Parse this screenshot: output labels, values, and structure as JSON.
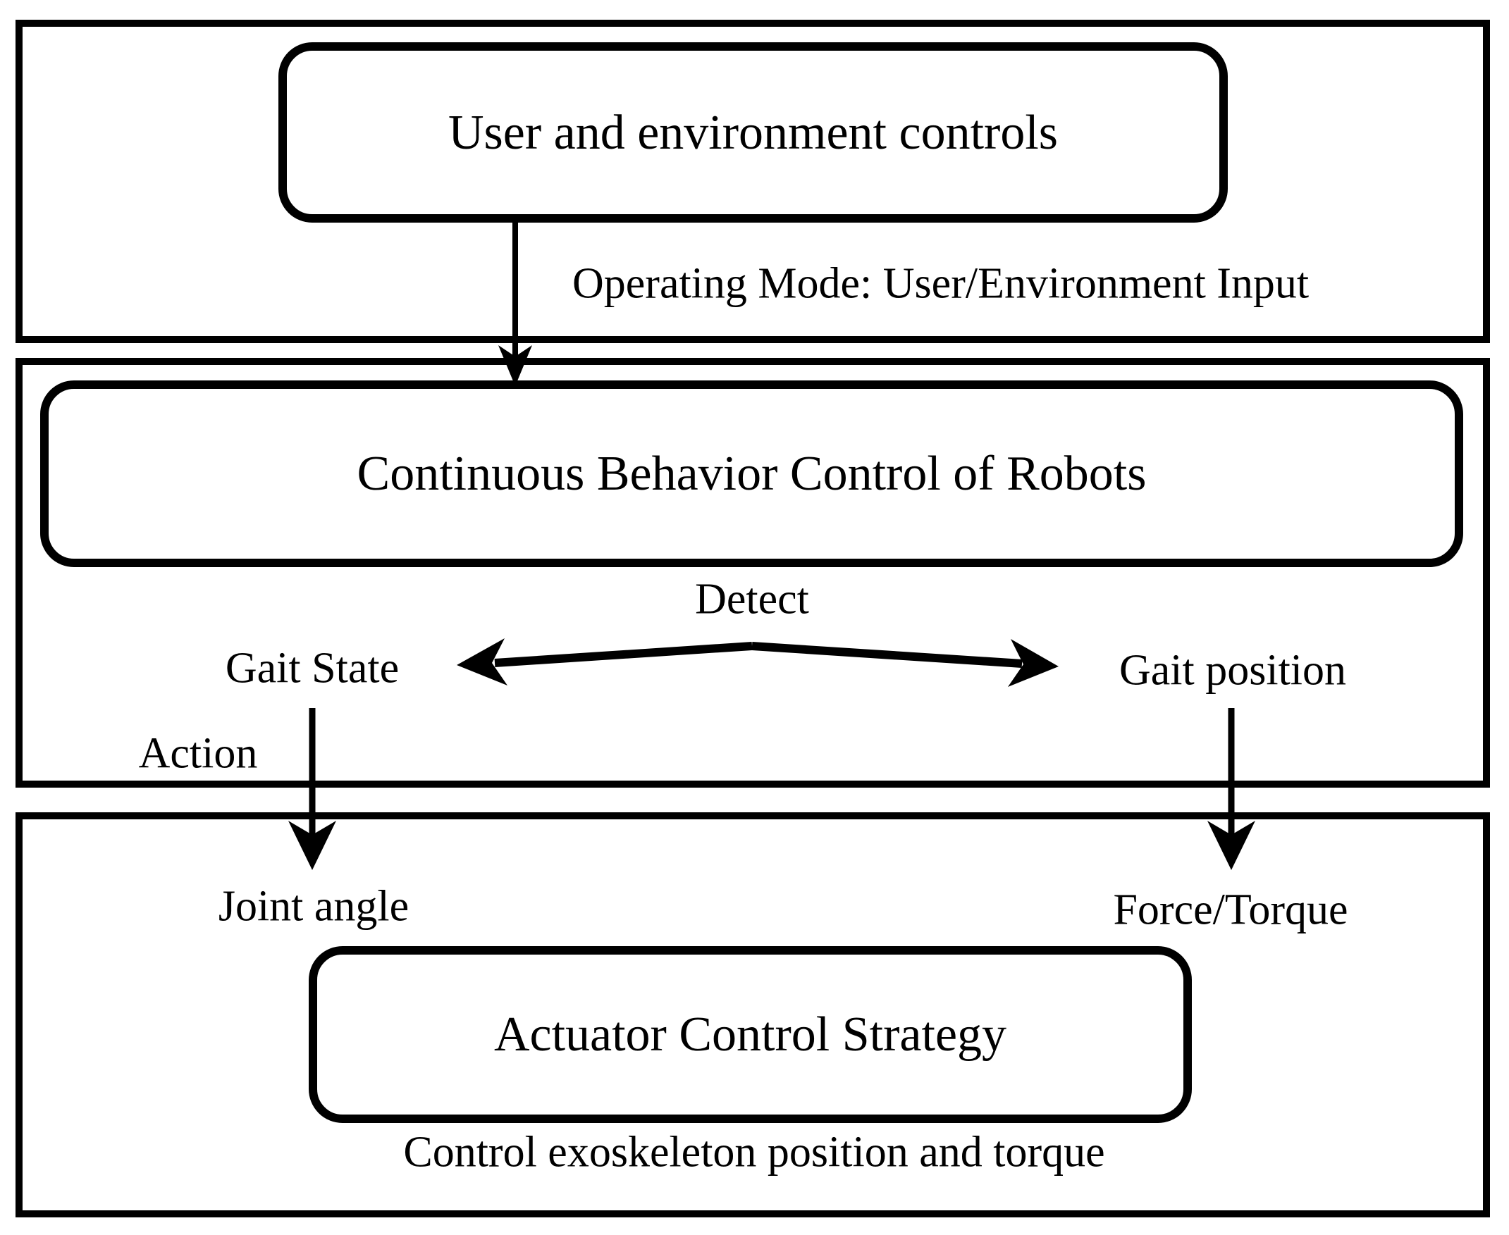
{
  "diagram": {
    "boxes": {
      "user_env": "User and environment controls",
      "continuous_behavior": "Continuous Behavior Control of Robots",
      "actuator_control": "Actuator Control Strategy"
    },
    "labels": {
      "operating_mode": "Operating Mode: User/Environment Input",
      "detect": "Detect",
      "gait_state": "Gait State",
      "gait_position": "Gait position",
      "action": "Action",
      "joint_angle": "Joint angle",
      "force_torque": "Force/Torque",
      "control_exoskeleton": "Control exoskeleton position and torque"
    },
    "colors": {
      "stroke": "#000000",
      "background": "#ffffff"
    }
  }
}
